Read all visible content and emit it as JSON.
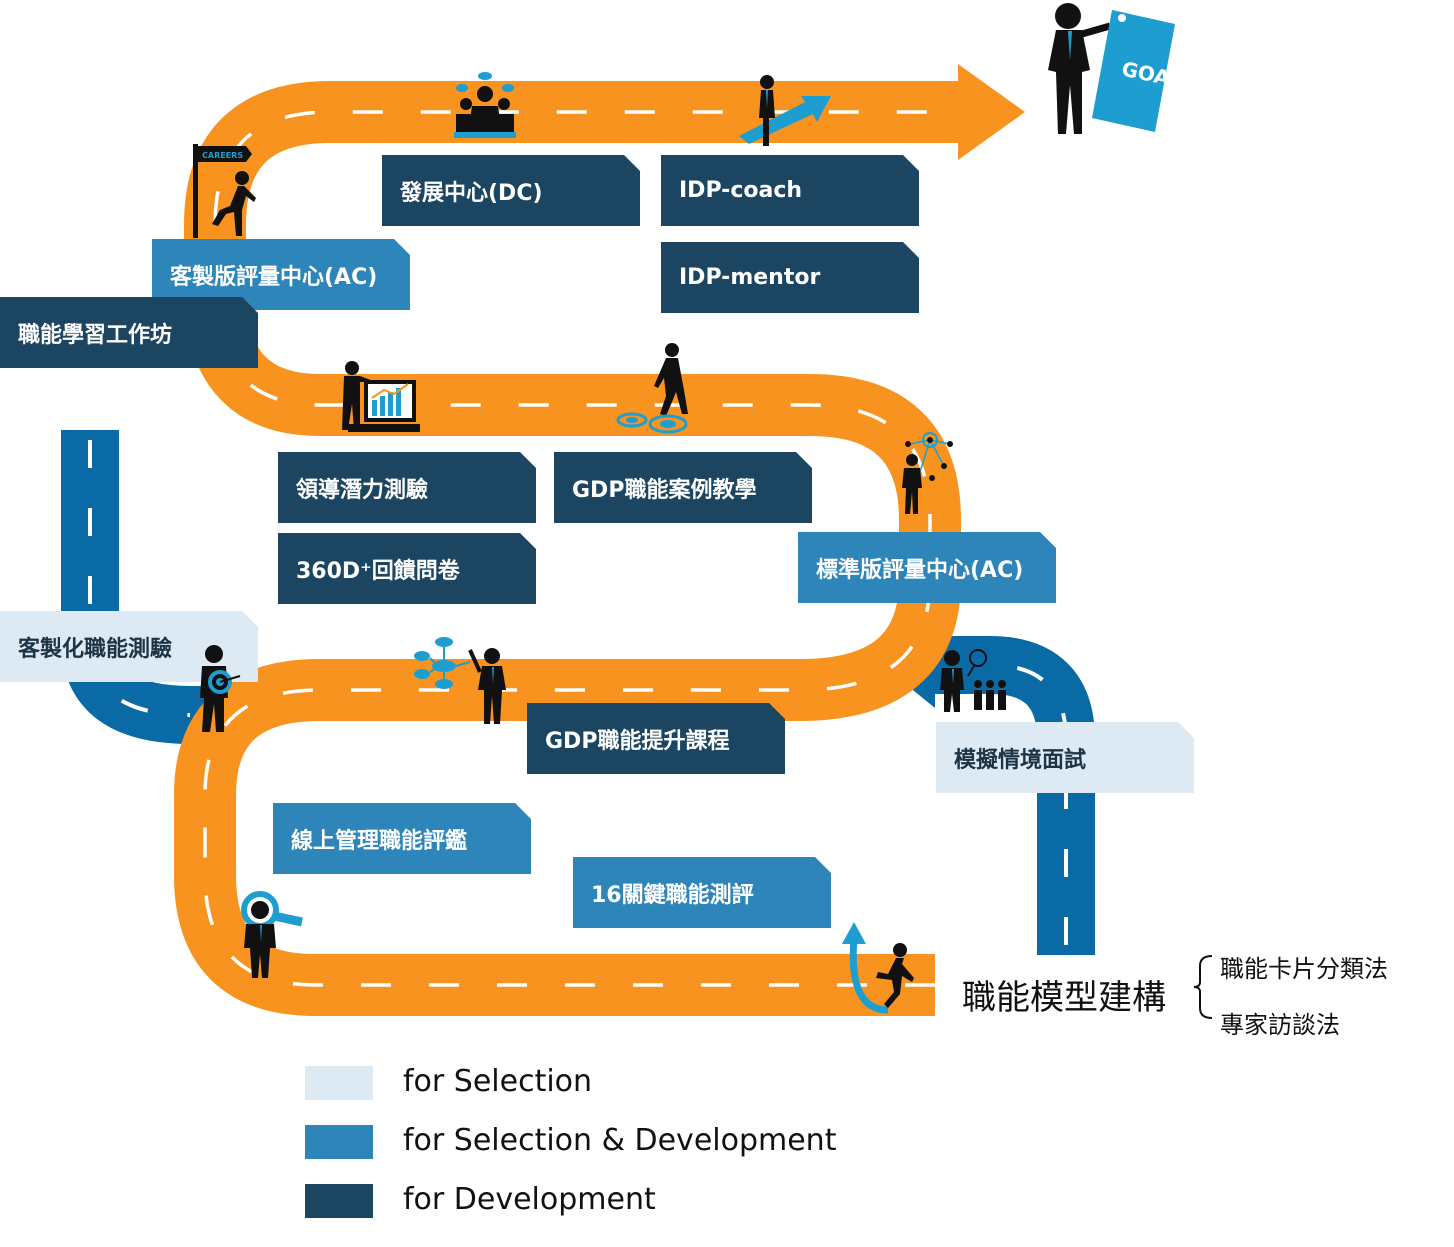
{
  "boxes": {
    "dc": "發展中心(DC)",
    "idp_coach": "IDP-coach",
    "idp_mentor": "IDP-mentor",
    "custom_ac": "客製版評量中心(AC)",
    "workshop": "職能學習工作坊",
    "leadership_test": "領導潛力測驗",
    "gdp_case": "GDP職能案例教學",
    "feedback_360": "360D⁺回饋問卷",
    "standard_ac": "標準版評量中心(AC)",
    "custom_test": "客製化職能測驗",
    "gdp_course": "GDP職能提升課程",
    "simulation_interview": "模擬情境面試",
    "online_assessment": "線上管理職能評鑑",
    "key16": "16關鍵職能測評"
  },
  "model": {
    "title": "職能模型建構",
    "methods": [
      "職能卡片分類法",
      "專家訪談法"
    ]
  },
  "signs": {
    "careers": "CAREERS",
    "goal": "GOAL!"
  },
  "legend": [
    {
      "label": "for Selection",
      "color": "#dde9f3"
    },
    {
      "label": "for Selection & Development",
      "color": "#2e85ba"
    },
    {
      "label": "for Development",
      "color": "#1b4560"
    }
  ],
  "colors": {
    "road_orange": "#f7931e",
    "road_blue": "#0a6aa6",
    "dark": "#1b4560",
    "mid": "#2e85ba",
    "light": "#dde9f3",
    "accent_cyan": "#1e9ed0"
  }
}
